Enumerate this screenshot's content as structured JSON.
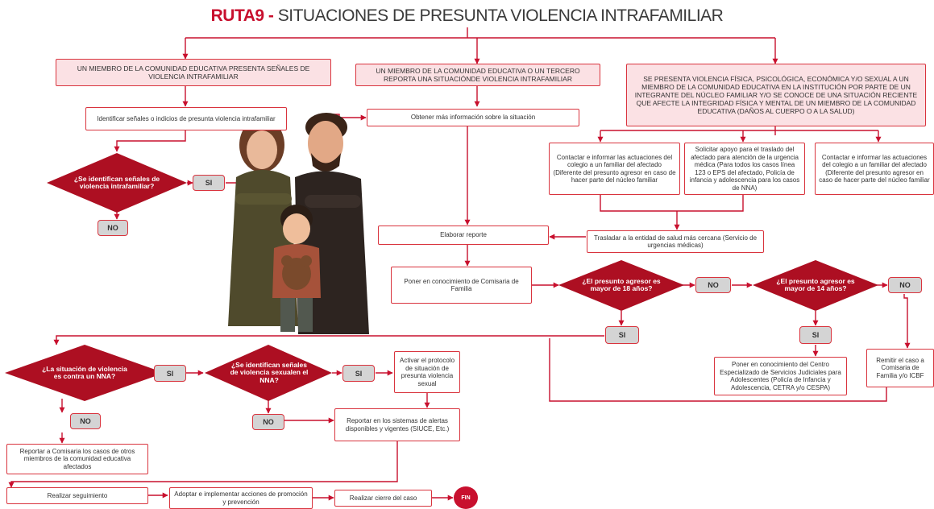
{
  "title": {
    "bold": "RUTA9",
    "dash": " - ",
    "text": "SITUACIONES DE PRESUNTA VIOLENCIA INTRAFAMILIAR"
  },
  "boxes": {
    "miembro_senales": "UN MIEMBRO DE LA COMUNIDAD EDUCATIVA PRESENTA SEÑALES DE VIOLENCIA INTRAFAMILIAR",
    "miembro_reporta": "UN MIEMBRO DE LA COMUNIDAD EDUCATIVA O UN TERCERO REPORTA UNA SITUACIÓNDE VIOLENCIA INTRAFAMILIAR",
    "violencia_fisica": "SE PRESENTA VIOLENCIA FÍSICA, PSICOLÓGICA, ECONÓMICA Y/O SEXUAL A UN MIEMBRO DE LA COMUNIDAD EDUCATIVA EN LA INSTITUCIÓN POR PARTE DE UN INTEGRANTE DEL NÚCLEO FAMILIAR Y/O SE CONOCE DE UNA SITUACIÓN RECIENTE QUE AFECTE LA INTEGRIDAD FÍSICA Y MENTAL DE UN MIEMBRO DE LA COMUNIDAD EDUCATIVA (DAÑOS AL CUERPO O A LA SALUD)",
    "identificar": "Identificar señales o indicios de presunta violencia intrafamiliar",
    "obtener_info": "Obtener más información sobre la situación",
    "contactar_1": "Contactar e informar las actuaciones del colegio a un familiar del afectado (Diferente del presunto agresor en caso de hacer parte del núcleo familiar",
    "solicitar_apoyo": "Solicitar apoyo para el traslado del afectado para atención de la urgencia médica (Para todos los casos línea 123 o EPS del afectado, Policía de infancia y adolescencia para los casos de NNA)",
    "contactar_2": "Contactar e informar las actuaciones del colegio a un familiar del afectado (Diferente del presunto agresor en caso de hacer parte del núcleo familiar",
    "elaborar": "Elaborar reporte",
    "trasladar": "Trasladar a la entidad de salud más cercana (Servicio de urgencias médicas)",
    "comisaria": "Poner en conocimiento de Comisaria de Familia",
    "centro_judicial": "Poner en conocimiento del Centro Especializado de Servicios Judiciales para Adolescentes (Policía de Infancia y Adolescencia, CETRA y/o CESPA)",
    "remitir": "Remitir el caso a Comisaria de Familia y/o ICBF",
    "activar": "Activar el protocolo de situación de presunta violencia sexual",
    "reportar_sistemas": "Reportar en los sistemas de alertas disponibles y vigentes (SIUCE, Etc.)",
    "reportar_comisaria": "Reportar a Comisaria los casos de otros miembros de la comunidad educativa afectados",
    "seguimiento": "Realizar seguimiento",
    "adoptar": "Adoptar e implementar acciones de promoción y prevención",
    "cierre": "Realizar cierre del caso"
  },
  "decisions": {
    "d_senales": "¿Se identifican señales de violencia intrafamiliar?",
    "d_mayor18": "¿El presunto agresor es mayor de 18 años?",
    "d_mayor14": "¿El presunto agresor es mayor de 14 años?",
    "d_nna": "¿La situación de violencia es contra un NNA?",
    "d_sexual": "¿Se identifican señales de violencia sexualen el NNA?"
  },
  "labels": {
    "si": "SI",
    "no": "NO",
    "fin": "FIN"
  },
  "colors": {
    "accent": "#c8102e",
    "line": "#d9343e",
    "pink_fill": "#fbe1e4",
    "pill_fill": "#d4d4d4"
  }
}
